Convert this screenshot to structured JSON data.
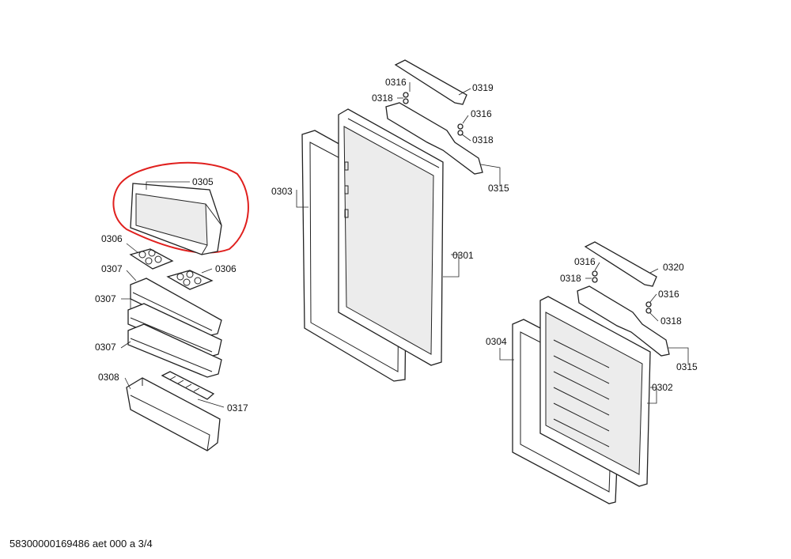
{
  "labels": {
    "l0305": "0305",
    "l0303": "0303",
    "l0306a": "0306",
    "l0306b": "0306",
    "l0307a": "0307",
    "l0307b": "0307",
    "l0307c": "0307",
    "l0308": "0308",
    "l0317": "0317",
    "l0316a": "0316",
    "l0318a": "0318",
    "l0319": "0319",
    "l0316b": "0316",
    "l0318b": "0318",
    "l0315a": "0315",
    "l0301": "0301",
    "l0316c": "0316",
    "l0318c": "0318",
    "l0320": "0320",
    "l0316d": "0316",
    "l0318d": "0318",
    "l0315b": "0315",
    "l0304": "0304",
    "l0302": "0302"
  },
  "highlight_color": "#e0201e",
  "footer": "58300000169486 aet 000 a 3/4"
}
